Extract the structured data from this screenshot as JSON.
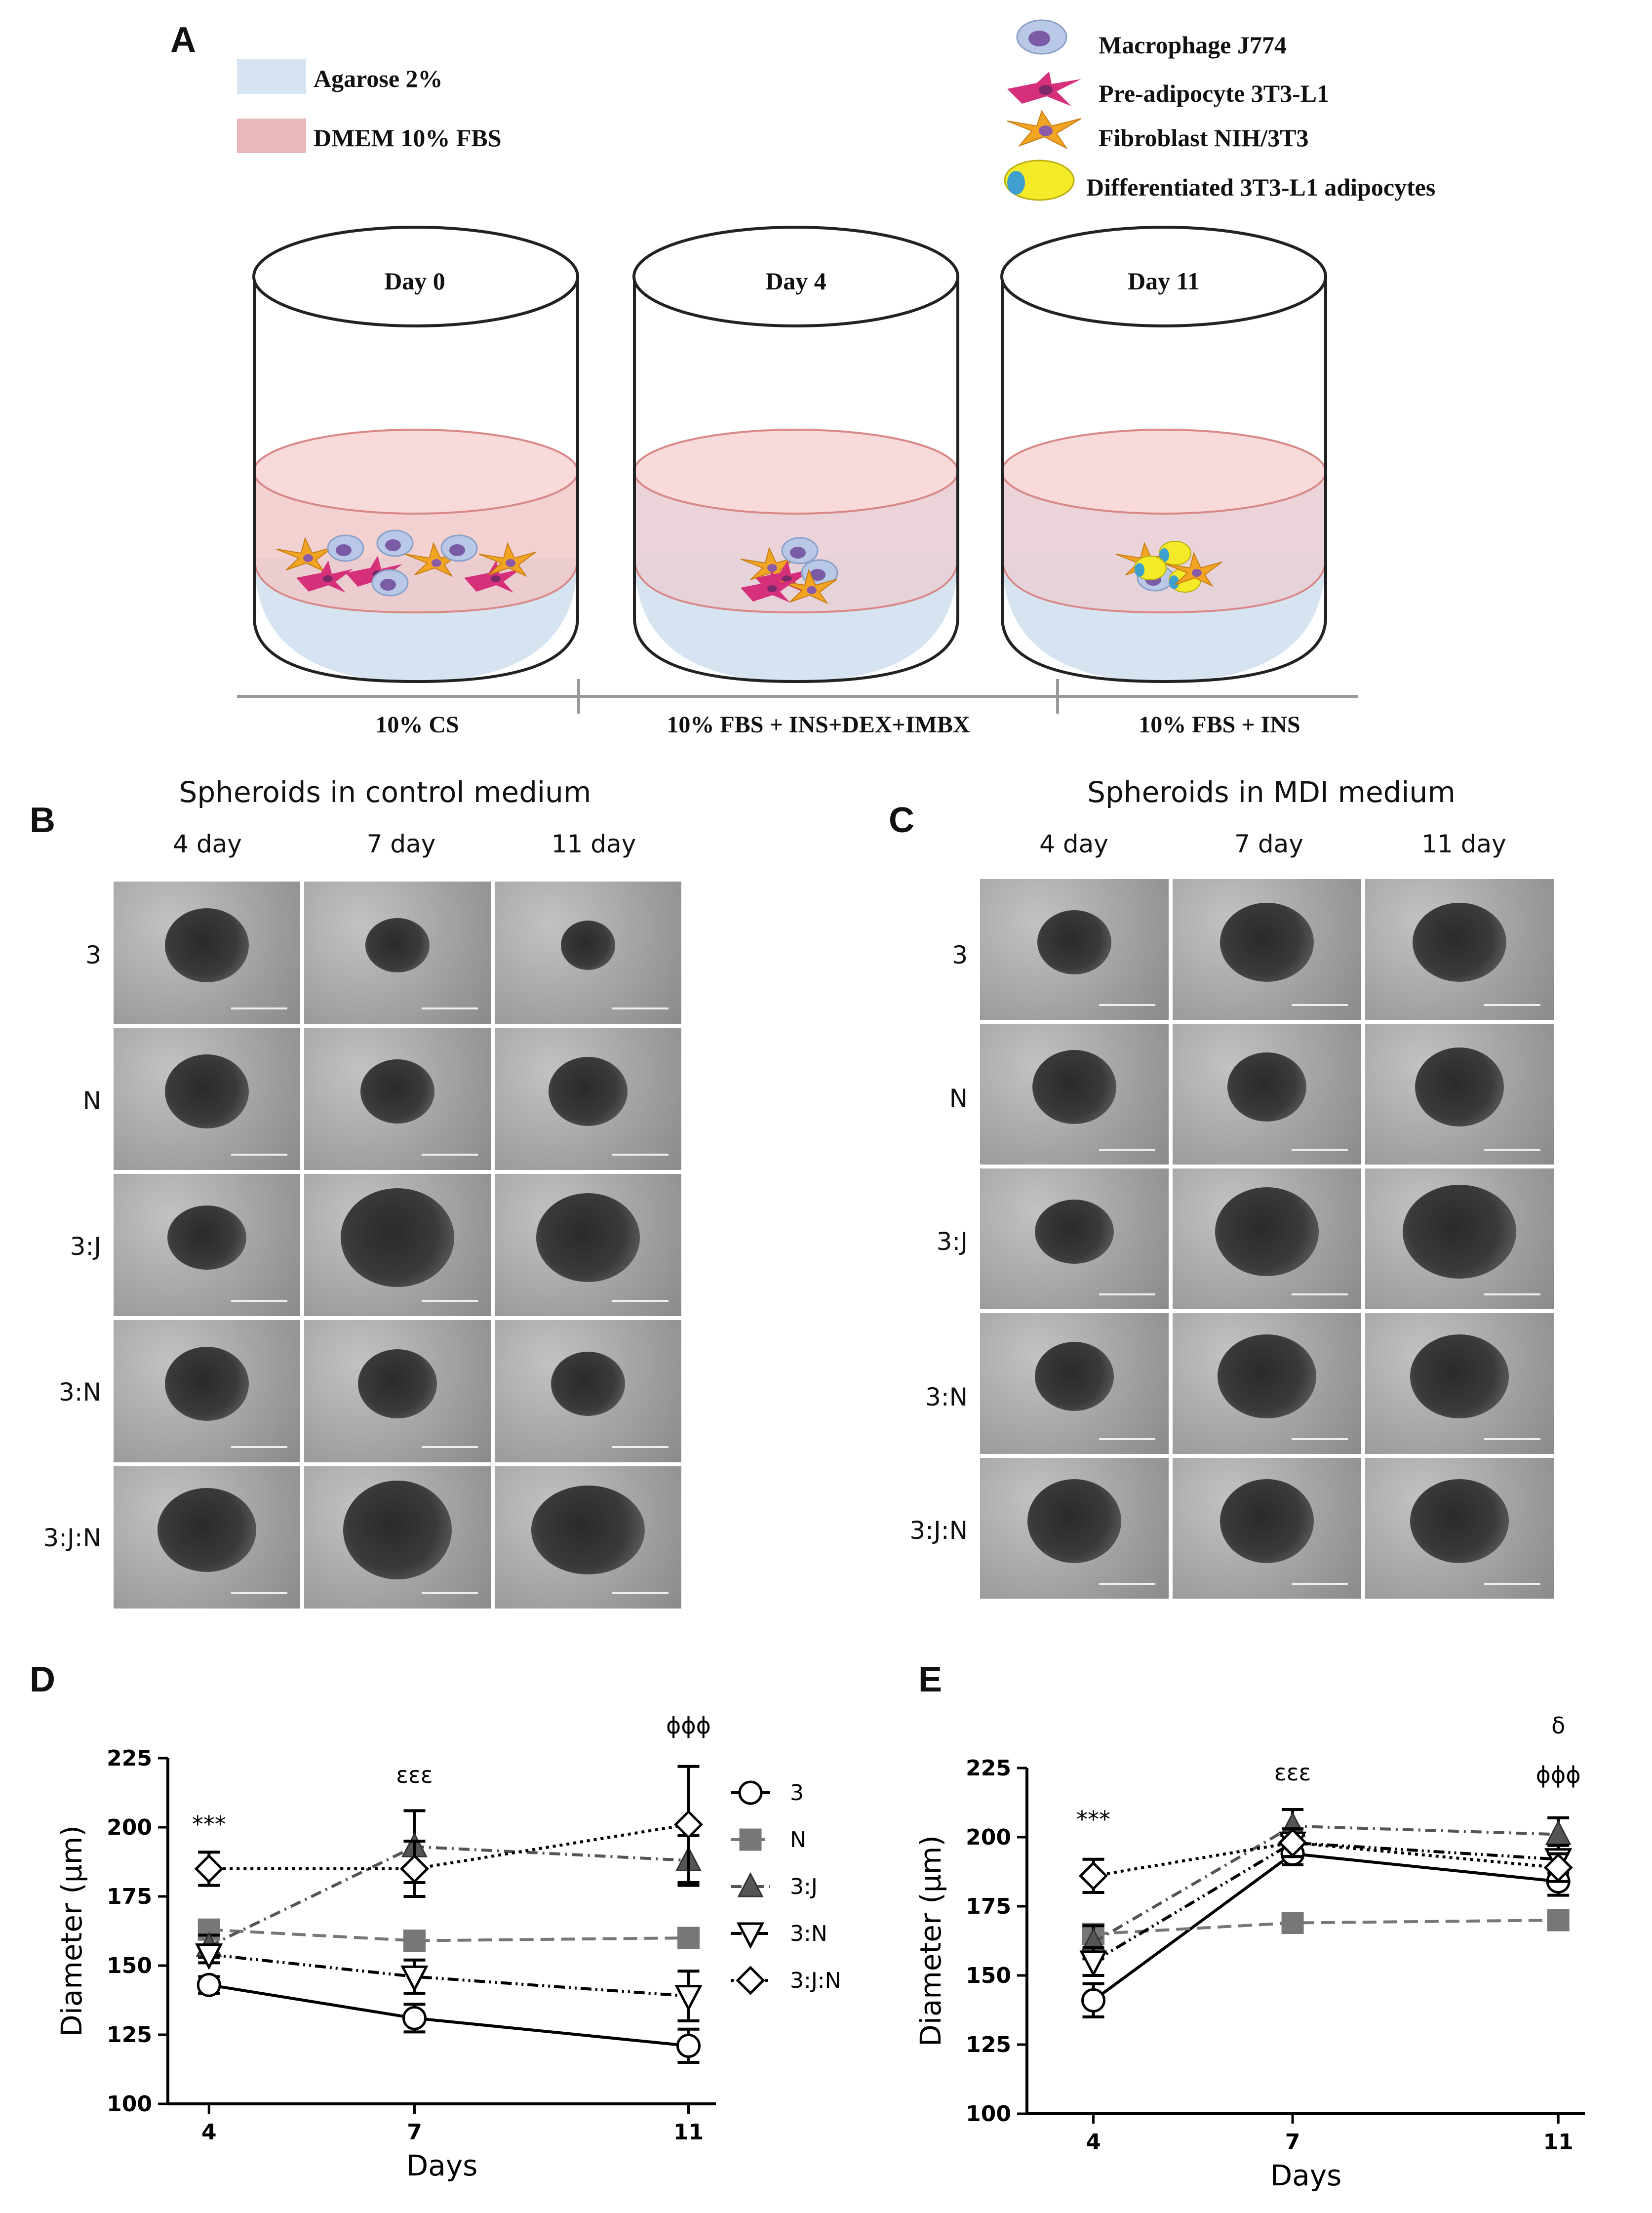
{
  "panelA": {
    "letter": "A",
    "legend_left": [
      {
        "label": "Agarose 2%",
        "color": "#d6e4f2"
      },
      {
        "label": "DMEM 10% FBS",
        "color": "#e9b8b8"
      }
    ],
    "legend_right": [
      {
        "label": "Macrophage J774",
        "icon": "macrophage-icon"
      },
      {
        "label": "Pre-adipocyte 3T3-L1",
        "icon": "preadipocyte-icon"
      },
      {
        "label": "Fibroblast NIH/3T3",
        "icon": "fibroblast-icon"
      },
      {
        "label": "Differentiated 3T3-L1 adipocytes",
        "icon": "adipocyte-icon"
      }
    ],
    "wells": [
      {
        "day": "Day 0"
      },
      {
        "day": "Day 4"
      },
      {
        "day": "Day 11"
      }
    ],
    "stages": [
      "10% CS",
      "10% FBS + INS+DEX+IMBX",
      "10% FBS + INS"
    ]
  },
  "panelB": {
    "letter": "B",
    "title": "Spheroids in control medium",
    "columns": [
      "4 day",
      "7 day",
      "11 day"
    ],
    "rows": [
      "3",
      "N",
      "3:J",
      "3:N",
      "3:J:N"
    ]
  },
  "panelC": {
    "letter": "C",
    "title": "Spheroids in MDI medium",
    "columns": [
      "4 day",
      "7 day",
      "11 day"
    ],
    "rows": [
      "3",
      "N",
      "3:J",
      "3:N",
      "3:J:N"
    ]
  },
  "chart_data": [
    {
      "panel": "D",
      "type": "line",
      "xlabel": "Days",
      "ylabel": "Diameter (µm)",
      "x": [
        4,
        7,
        11
      ],
      "xticks": [
        "4",
        "7",
        "11"
      ],
      "ylim": [
        100,
        225
      ],
      "yticks": [
        100,
        125,
        150,
        175,
        200,
        225
      ],
      "annotations": [
        {
          "x": 4,
          "text": "***"
        },
        {
          "x": 7,
          "text": "εεε"
        },
        {
          "x": 11,
          "text": "ϕϕϕ"
        }
      ],
      "legend_position": "right",
      "series": [
        {
          "name": "3",
          "marker": "circle-open",
          "line": "solid",
          "color": "#000000",
          "values": [
            143,
            131,
            121
          ],
          "err": [
            3,
            5,
            6
          ]
        },
        {
          "name": "N",
          "marker": "square-filled",
          "line": "dashed",
          "color": "#777777",
          "values": [
            163,
            159,
            160
          ],
          "err": [
            2,
            2,
            2
          ]
        },
        {
          "name": "3:J",
          "marker": "triangle-up-filled",
          "line": "dash-dot",
          "color": "#555555",
          "values": [
            157,
            193,
            188
          ],
          "err": [
            4,
            13,
            9
          ]
        },
        {
          "name": "3:N",
          "marker": "triangle-down-open",
          "line": "dash-dot-dot",
          "color": "#000000",
          "values": [
            154,
            146,
            139
          ],
          "err": [
            3,
            6,
            9
          ]
        },
        {
          "name": "3:J:N",
          "marker": "diamond-open",
          "line": "dotted",
          "color": "#000000",
          "values": [
            185,
            185,
            201
          ],
          "err": [
            6,
            10,
            21
          ]
        }
      ]
    },
    {
      "panel": "E",
      "type": "line",
      "xlabel": "Days",
      "ylabel": "Diameter (µm)",
      "x": [
        4,
        7,
        11
      ],
      "xticks": [
        "4",
        "7",
        "11"
      ],
      "ylim": [
        100,
        225
      ],
      "yticks": [
        100,
        125,
        150,
        175,
        200,
        225
      ],
      "annotations": [
        {
          "x": 4,
          "text": "***"
        },
        {
          "x": 7,
          "text": "εεε"
        },
        {
          "x": 11,
          "text": "ϕϕϕ"
        },
        {
          "x": 11,
          "text": "δ"
        }
      ],
      "series": [
        {
          "name": "3",
          "marker": "circle-open",
          "line": "solid",
          "color": "#000000",
          "values": [
            141,
            194,
            184
          ],
          "err": [
            6,
            4,
            5
          ]
        },
        {
          "name": "N",
          "marker": "square-filled",
          "line": "dashed",
          "color": "#777777",
          "values": [
            165,
            169,
            170
          ],
          "err": [
            2,
            2,
            2
          ]
        },
        {
          "name": "3:J",
          "marker": "triangle-up-filled",
          "line": "dash-dot",
          "color": "#555555",
          "values": [
            162,
            204,
            201
          ],
          "err": [
            6,
            6,
            6
          ]
        },
        {
          "name": "3:N",
          "marker": "triangle-down-open",
          "line": "dash-dot-dot",
          "color": "#000000",
          "values": [
            155,
            198,
            192
          ],
          "err": [
            5,
            5,
            5
          ]
        },
        {
          "name": "3:J:N",
          "marker": "diamond-open",
          "line": "dotted",
          "color": "#000000",
          "values": [
            186,
            198,
            189
          ],
          "err": [
            6,
            5,
            5
          ]
        }
      ]
    }
  ]
}
